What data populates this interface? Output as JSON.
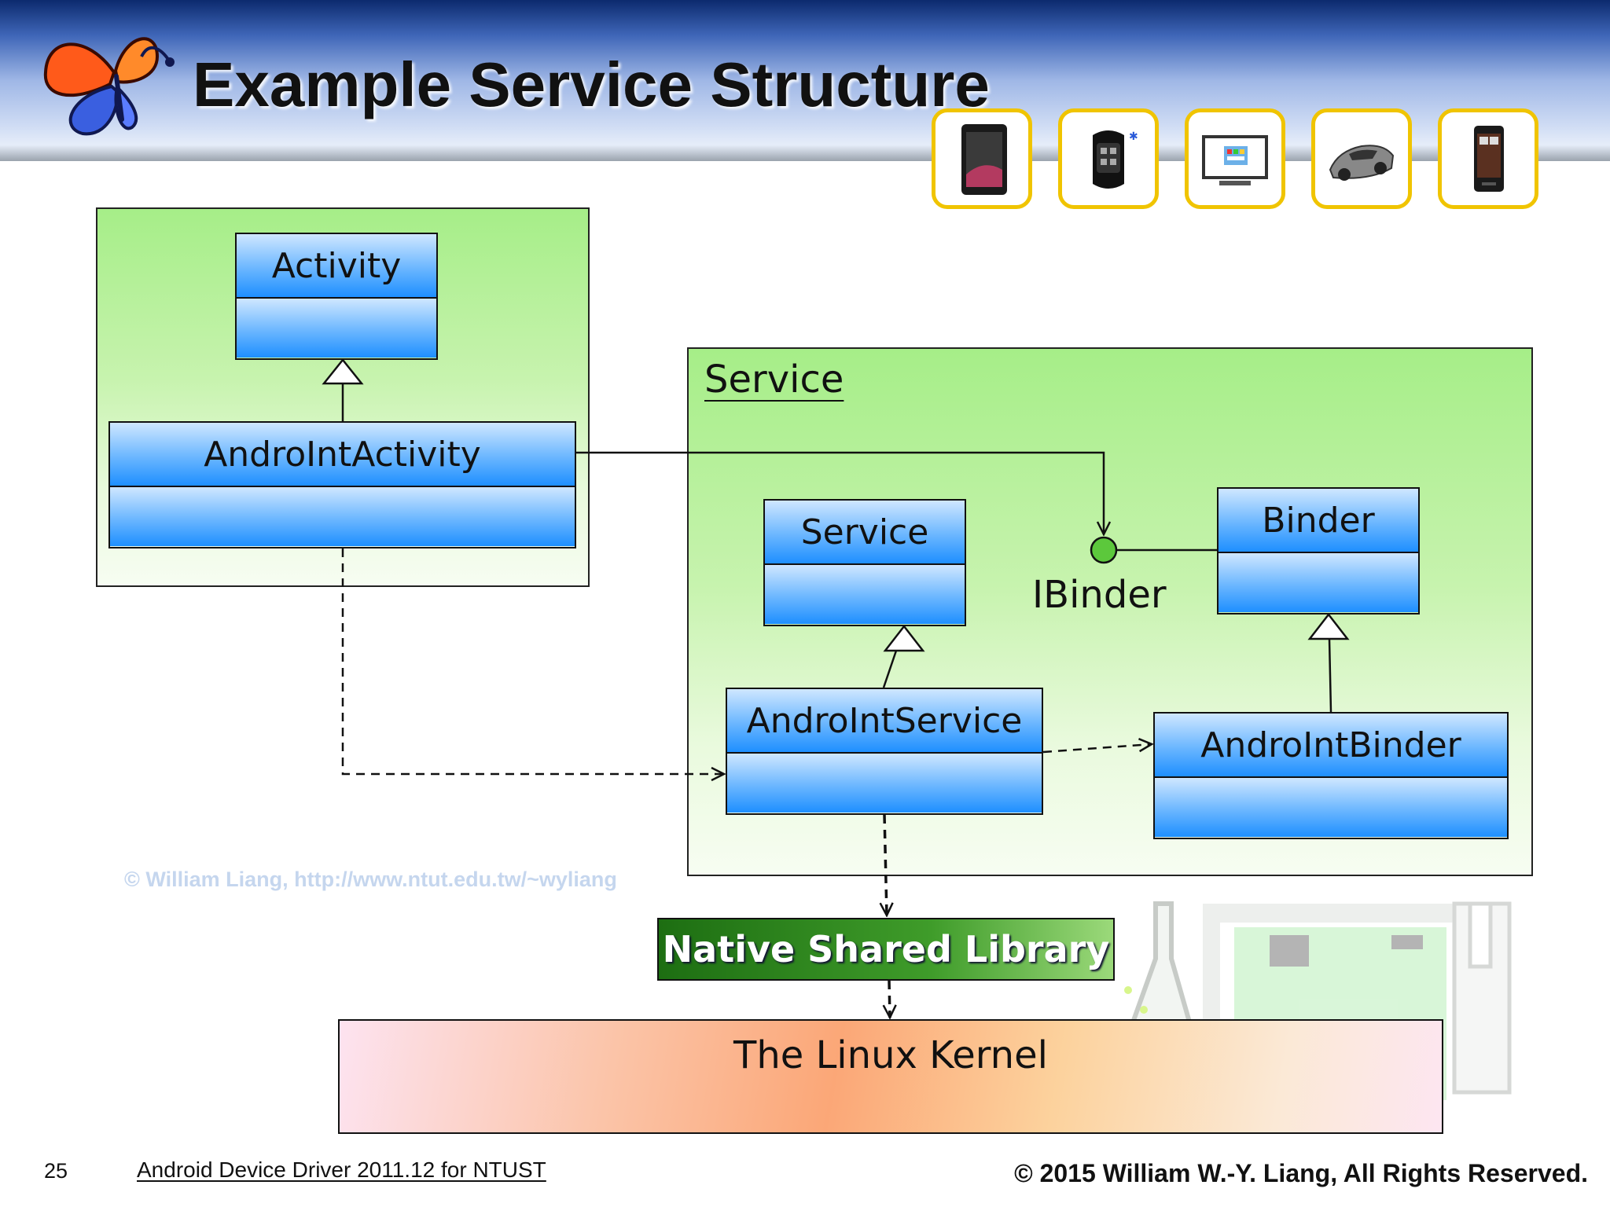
{
  "header": {
    "title": "Example Service Structure"
  },
  "devices": [
    {
      "icon": "tablet-icon"
    },
    {
      "icon": "smartwatch-icon"
    },
    {
      "icon": "tv-icon"
    },
    {
      "icon": "car-icon"
    },
    {
      "icon": "phone-icon"
    }
  ],
  "diagram": {
    "activity_class": "Activity",
    "androint_activity_class": "AndroIntActivity",
    "service_package_label": "Service",
    "service_class": "Service",
    "androint_service_class": "AndroIntService",
    "binder_class": "Binder",
    "androint_binder_class": "AndroIntBinder",
    "ibinder_interface": "IBinder",
    "native_library": "Native Shared Library",
    "kernel": "The Linux Kernel",
    "watermark": "© William Liang, http://www.ntut.edu.tw/~wyliang"
  },
  "footer": {
    "page_number": "25",
    "course": "Android Device Driver 2011.12 for NTUST",
    "copyright": "©  2015  William W.-Y. Liang, All Rights Reserved."
  },
  "colors": {
    "class_blue": "#1e8fff",
    "package_green": "#a6ee88",
    "native_green": "#2e8a1e",
    "device_frame": "#f0c400",
    "interface_green": "#5cc83c"
  }
}
